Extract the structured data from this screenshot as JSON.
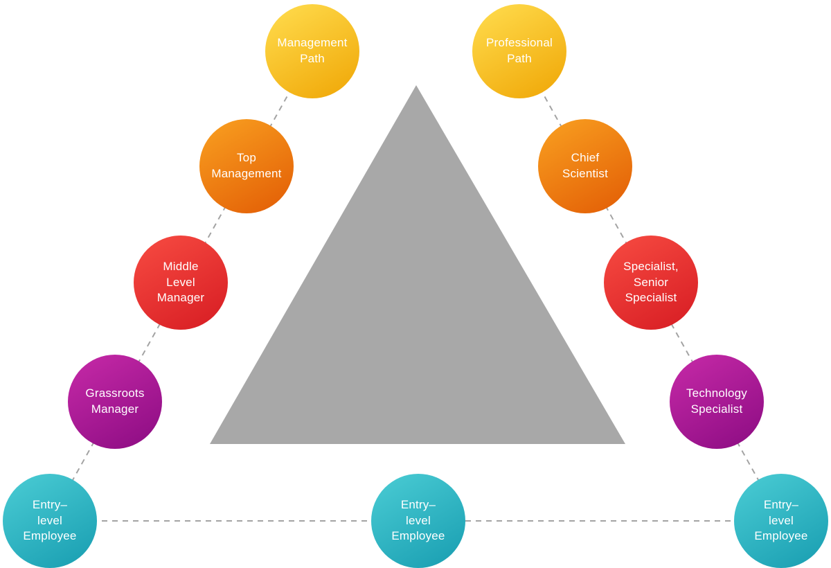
{
  "diagram": {
    "description": "Dual career ladder pyramid diagram",
    "triangle_color": "#a8a8a8",
    "connector_color": "#a3a3a3",
    "text_color": "#ffffff",
    "background": "#ffffff"
  },
  "colors": {
    "gold": [
      "#fed848",
      "#f0a808"
    ],
    "orange": [
      "#f79a1e",
      "#e35f06"
    ],
    "red": [
      "#f4473f",
      "#d81e24"
    ],
    "magenta": [
      "#c127a4",
      "#8e0d84"
    ],
    "teal": [
      "#46c8d1",
      "#1a9fb2"
    ]
  },
  "nodes": {
    "management_path": "Management\nPath",
    "top_management": "Top\nManagement",
    "middle_level_manager": "Middle\nLevel\nManager",
    "grassroots_manager": "Grassroots\nManager",
    "entry_left": "Entry–\nlevel\nEmployee",
    "entry_center": "Entry–\nlevel\nEmployee",
    "entry_right": "Entry–\nlevel\nEmployee",
    "professional_path": "Professional\nPath",
    "chief_scientist": "Chief\nScientist",
    "specialist_senior_specialist": "Specialist,\nSenior\nSpecialist",
    "technology_specialist": "Technology\nSpecialist"
  }
}
